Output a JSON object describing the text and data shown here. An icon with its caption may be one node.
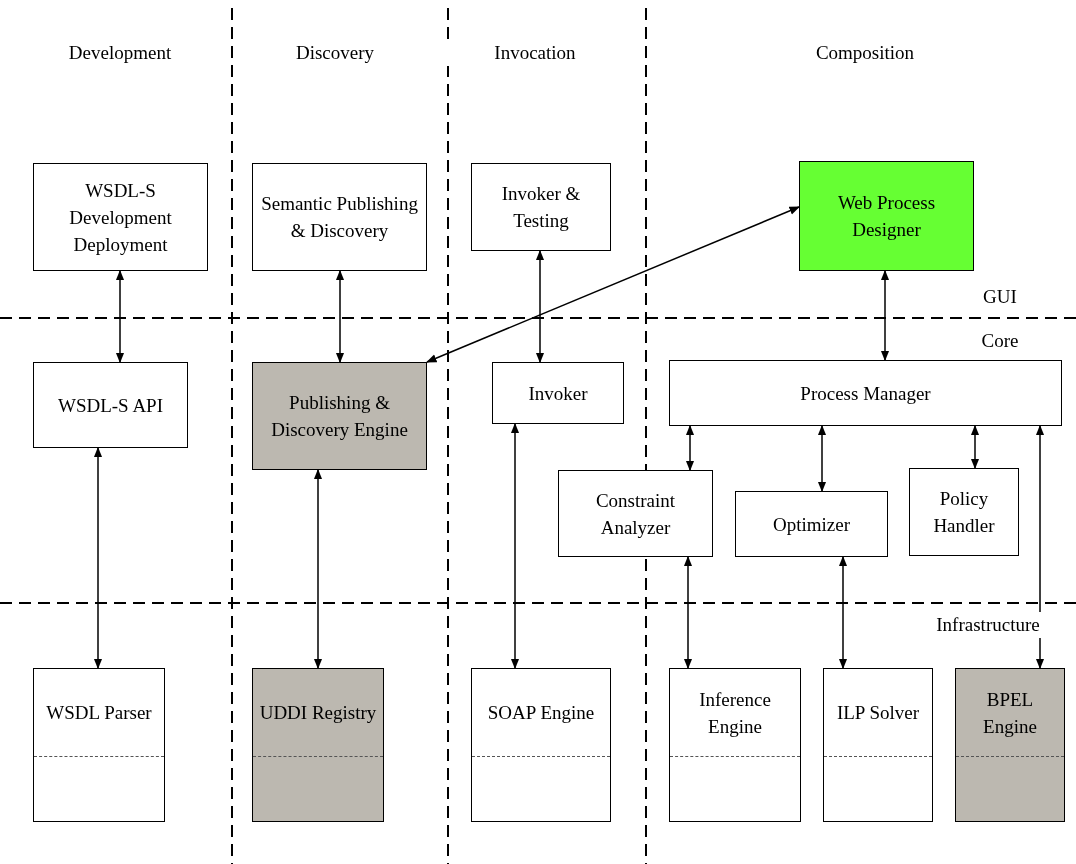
{
  "diagram": {
    "nodes": [
      {
        "text": [
          "WSDL-S Development Deployment"
        ]
      },
      {
        "text": [
          "Semantic Publishing & Discovery"
        ]
      },
      {
        "text": [
          "Invoker & Testing"
        ]
      },
      {
        "text": [
          "Web Process Designer"
        ]
      },
      {
        "text": [
          "WSDL-S API"
        ]
      },
      {
        "text": [
          "Publishing & Discovery Engine"
        ]
      },
      {
        "text": [
          "Invoker"
        ]
      },
      {
        "text": [
          "Process Manager"
        ]
      },
      {
        "text": [
          "Constraint Analyzer"
        ]
      },
      {
        "text": [
          "Optimizer"
        ]
      },
      {
        "text": [
          "Policy Handler"
        ]
      },
      {
        "text": [
          "WSDL Parser"
        ]
      },
      {
        "text": [
          "UDDI Registry"
        ]
      },
      {
        "text": [
          "SOAP Engine"
        ]
      },
      {
        "text": [
          "Inference Engine"
        ]
      },
      {
        "text": [
          "ILP Solver"
        ]
      },
      {
        "text": [
          "BPEL Engine"
        ]
      }
    ],
    "edges": [
      {
        "from": 0,
        "to": 4,
        "arrow": "both"
      },
      {
        "from": 1,
        "to": 5,
        "arrow": "both"
      },
      {
        "from": 2,
        "to": 6,
        "arrow": "both"
      },
      {
        "from": 3,
        "to": 7,
        "arrow": "both"
      },
      {
        "from": 5,
        "to": 3,
        "arrow": "both"
      },
      {
        "from": 4,
        "to": 11,
        "arrow": "both"
      },
      {
        "from": 5,
        "to": 12,
        "arrow": "both"
      },
      {
        "from": 6,
        "to": 13,
        "arrow": "both"
      },
      {
        "from": 7,
        "to": 8,
        "arrow": "both"
      },
      {
        "from": 7,
        "to": 9,
        "arrow": "both"
      },
      {
        "from": 7,
        "to": 10,
        "arrow": "both"
      },
      {
        "from": 7,
        "to": 16,
        "arrow": "both"
      },
      {
        "from": 8,
        "to": 14,
        "arrow": "both"
      },
      {
        "from": 9,
        "to": 15,
        "arrow": "both"
      }
    ],
    "labels": [
      "Development",
      "Discovery",
      "Invocation",
      "Composition",
      "GUI",
      "Core",
      "Infrastructure"
    ]
  }
}
